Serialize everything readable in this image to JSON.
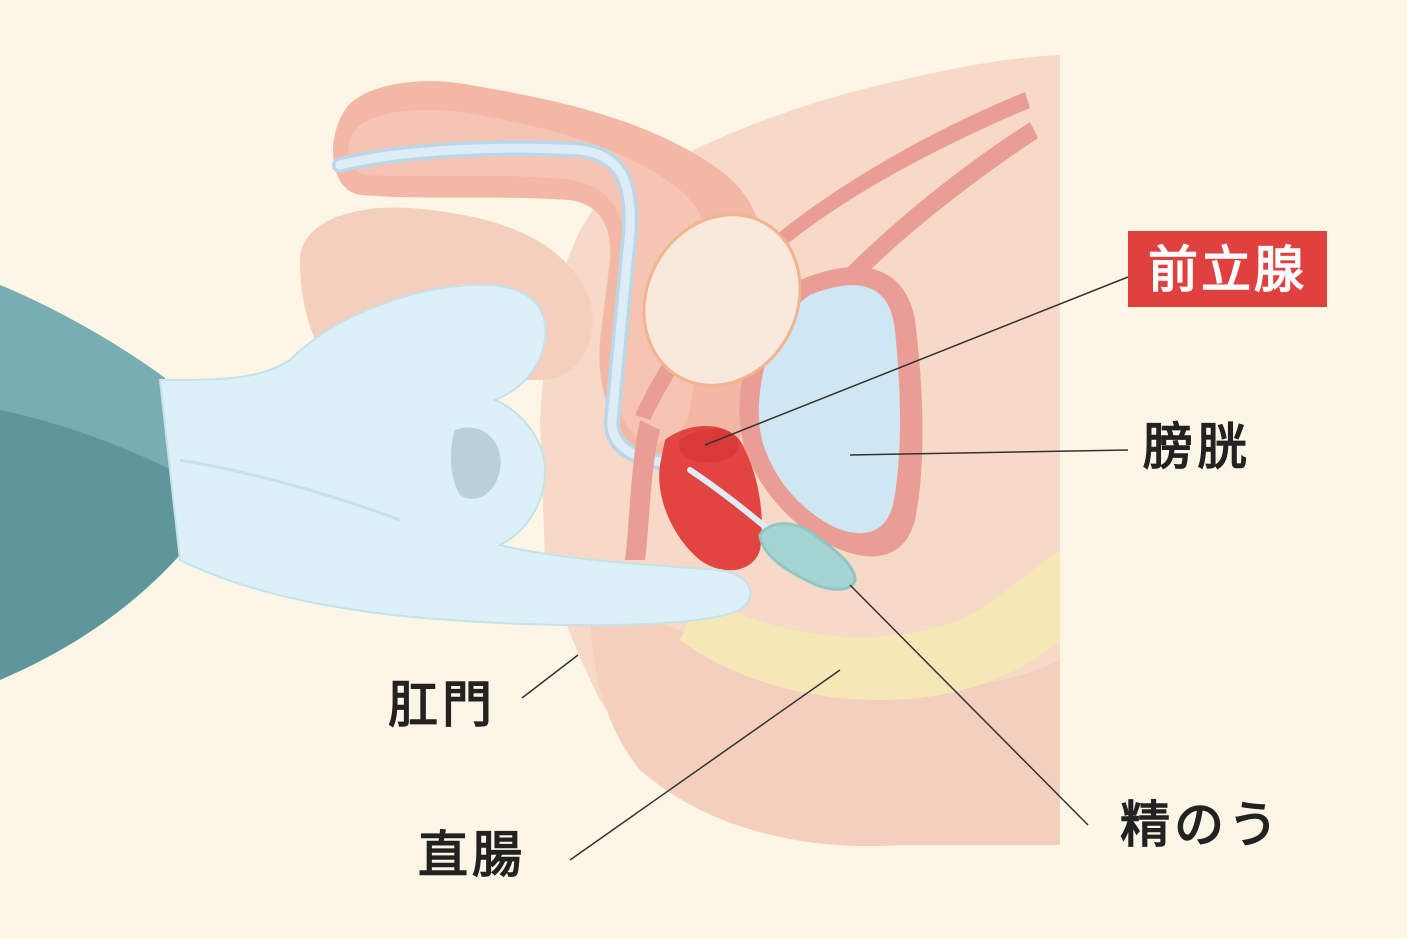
{
  "labels": {
    "prostate": "前立腺",
    "bladder": "膀胱",
    "anus": "肛門",
    "rectum": "直腸",
    "seminal_vesicle": "精のう"
  },
  "colors": {
    "background": "#fdf6e6",
    "highlight": "#e0413f",
    "prostate": "#e24540",
    "bladder": "#cfe6f3",
    "glove": "#dcf1f7",
    "sleeve": "#5f969c",
    "tissue": "#f7d9c7",
    "muscle": "#ea9d94",
    "fat_layer": "#f6e8b6",
    "urethra": "#cfe5f3",
    "text": "#222222",
    "leader_line": "#333333"
  },
  "icons": {
    "illustration": "medical-cross-section-illustration"
  }
}
